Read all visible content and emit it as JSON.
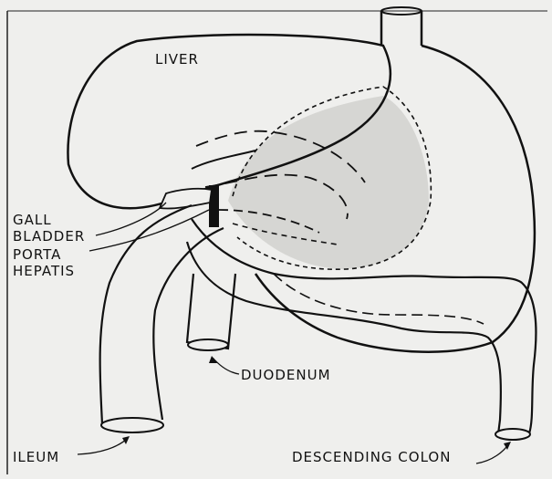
{
  "labels": {
    "liver": "LIVER",
    "gall_bladder_line1": "GALL",
    "gall_bladder_line2": "BLADDER",
    "porta_hepatis_line1": "PORTA",
    "porta_hepatis_line2": "HEPATIS",
    "duodenum": "DUODENUM",
    "ileum": "ILEUM",
    "descending_colon": "DESCENDING  COLON"
  },
  "colors": {
    "background": "#efefed",
    "ink": "#111111",
    "stomach_fill": "#d6d6d3"
  }
}
